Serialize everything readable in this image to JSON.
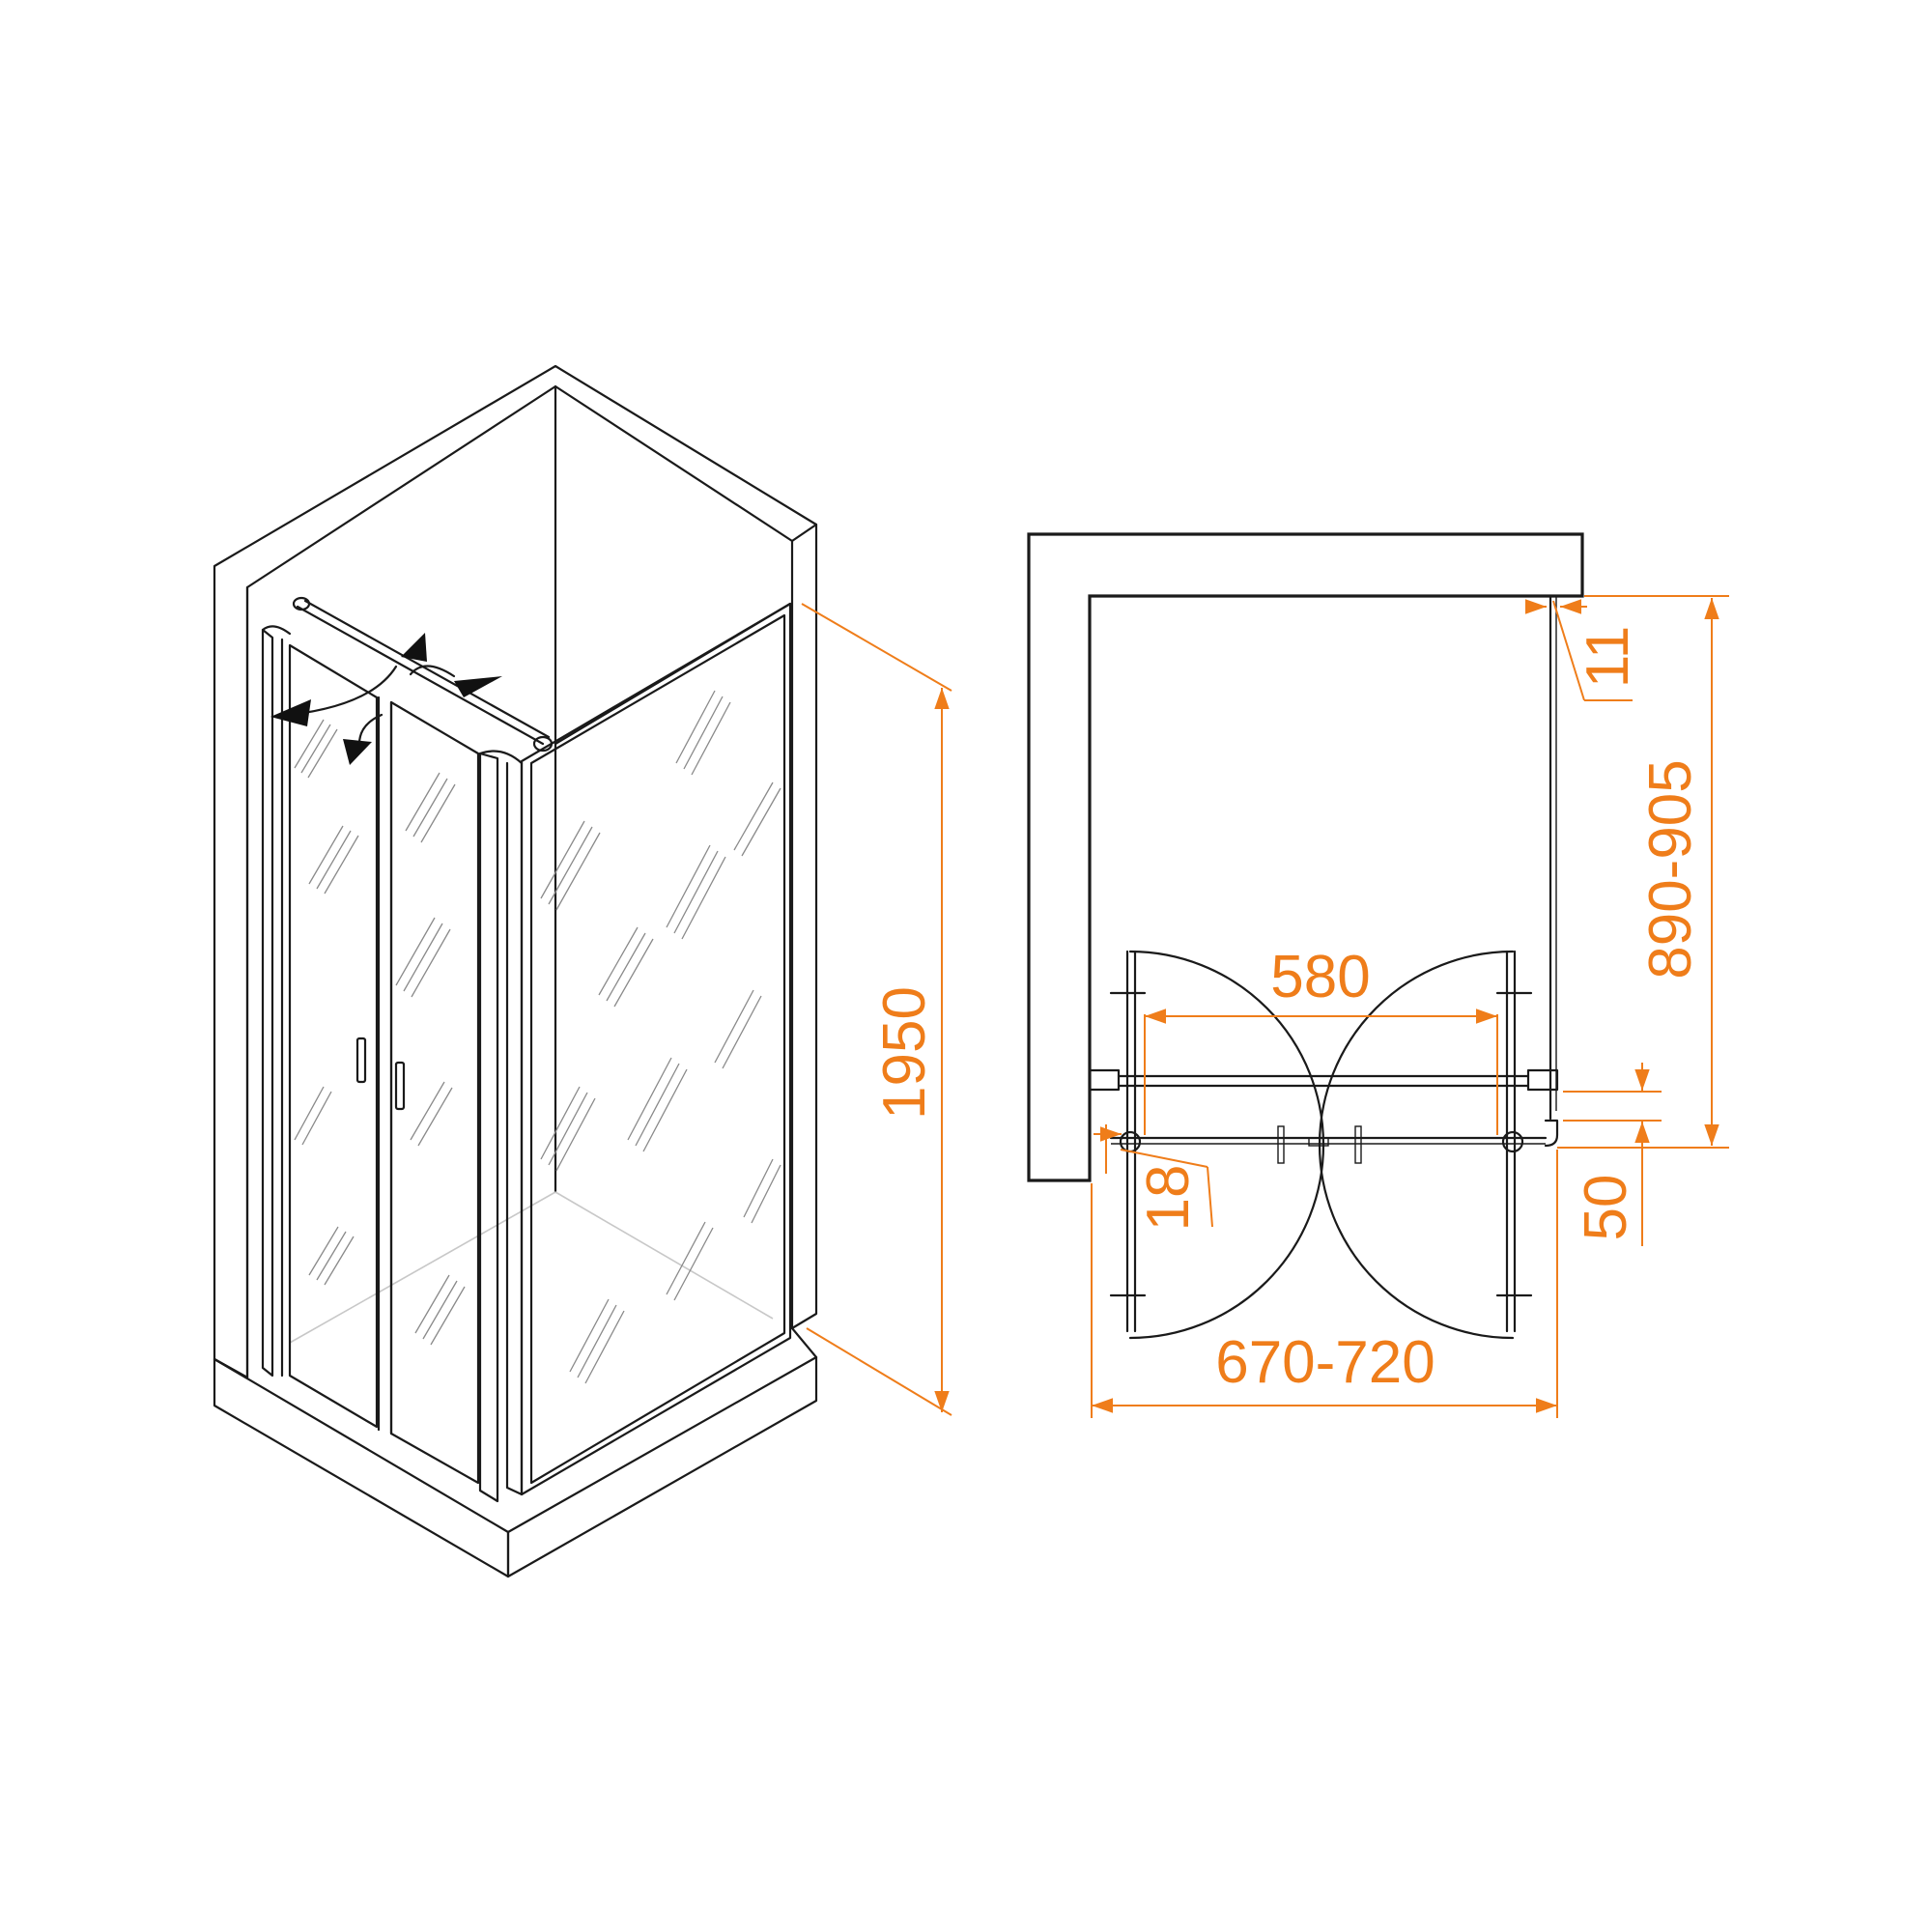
{
  "dimensions": {
    "height": "1950",
    "depth": "890-905",
    "width": "670-720",
    "door_opening": "580",
    "wall_gap": "11",
    "profile": "18",
    "offset": "50"
  },
  "colors": {
    "dimension": "#ef7d1a",
    "line": "#1a1a1a"
  }
}
